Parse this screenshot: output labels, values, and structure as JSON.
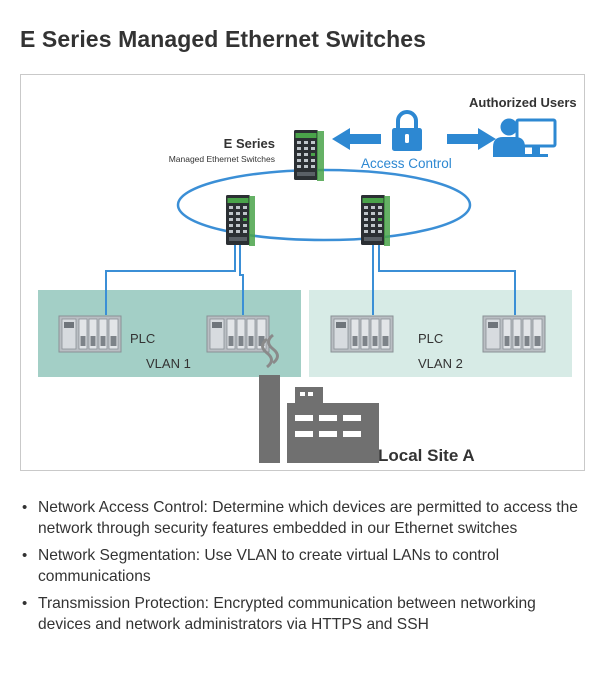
{
  "page": {
    "title": "E Series Managed Ethernet Switches"
  },
  "diagram": {
    "e_series_label": "E Series",
    "managed_label": "Managed Ethernet Switches",
    "authorized_users_label": "Authorized Users",
    "access_control_label": "Access Control",
    "plc_left_label": "PLC",
    "plc_right_label": "PLC",
    "vlan1_label": "VLAN 1",
    "vlan2_label": "VLAN 2",
    "local_site_label": "Local Site A",
    "icons": [
      "lock-icon",
      "user-computer-icon",
      "factory-icon",
      "switch-icon",
      "plc-icon"
    ],
    "colors": {
      "line_blue": "#3b8fd6",
      "icon_blue": "#2d88d2",
      "vlan1_fill": "#a3cfc6",
      "vlan2_fill": "#d7ebe6",
      "factory_gray": "#707070",
      "switch_dark": "#2b2f33",
      "switch_green": "#4aa34a"
    }
  },
  "features": [
    "Network Access Control: Determine which devices are permitted to access the network through security features embedded in our Ethernet switches",
    "Network Segmentation: Use VLAN to create virtual LANs to control communications",
    "Transmission Protection: Encrypted communication between networking devices and network administrators via HTTPS and SSH"
  ]
}
